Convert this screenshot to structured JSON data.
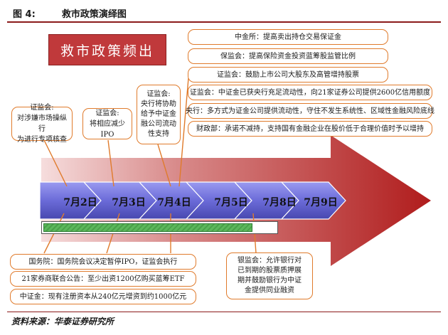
{
  "header": {
    "figure_label": "图 4:",
    "title": "救市政策演绎图"
  },
  "banner": {
    "text": "救市政策频出"
  },
  "right_events": [
    "中金所：提高卖出持仓交易保证金",
    "保监会：提高保险资金投资蓝筹股监管比例",
    "证监会：鼓励上市公司大股东及高管增持股票",
    "证监会：中证金已获央行充足流动性，向21家证券公司提供2600亿信用额度",
    "央行：多方式为证金公司提供流动性，守住不发生系统性、区域性金融风险底线",
    "财政部：承诺不减持，支持国有金融企业在股价低于合理价值时予以增持"
  ],
  "top_callouts": [
    {
      "lines": [
        "证监会:",
        "对涉嫌市场操纵行",
        "为进行专项核查"
      ]
    },
    {
      "lines": [
        "证监会:",
        "将相应减少IPO"
      ]
    },
    {
      "lines": [
        "证监会:",
        "央行将协助",
        "给予中证金",
        "融公司流动",
        "性支持"
      ]
    }
  ],
  "timeline": {
    "dates": [
      "7月2日",
      "7月3日",
      "7月4日",
      "7月5日",
      "7月8日",
      "7月9日"
    ]
  },
  "progress": {
    "fraction": 0.9
  },
  "bottom_left_events": [
    "国务院：国务院会议决定暂停IPO，证监会执行",
    "21家券商联合公告：至少出资1200亿购买蓝筹ETF",
    "中证金：现有注册资本从240亿元增资到约1000亿元"
  ],
  "bottom_right_callout": {
    "lines": [
      "银监会：允许银行对",
      "已到期的股票质押展",
      "期并鼓励银行为中证",
      "金提供同业融资"
    ]
  },
  "footer": {
    "source": "资料来源：华泰证券研究所"
  },
  "colors": {
    "accent": "#c0393b",
    "callout_border": "#e07b2c",
    "chevron": "#6a6ad0",
    "progress": "#5cb85c"
  }
}
